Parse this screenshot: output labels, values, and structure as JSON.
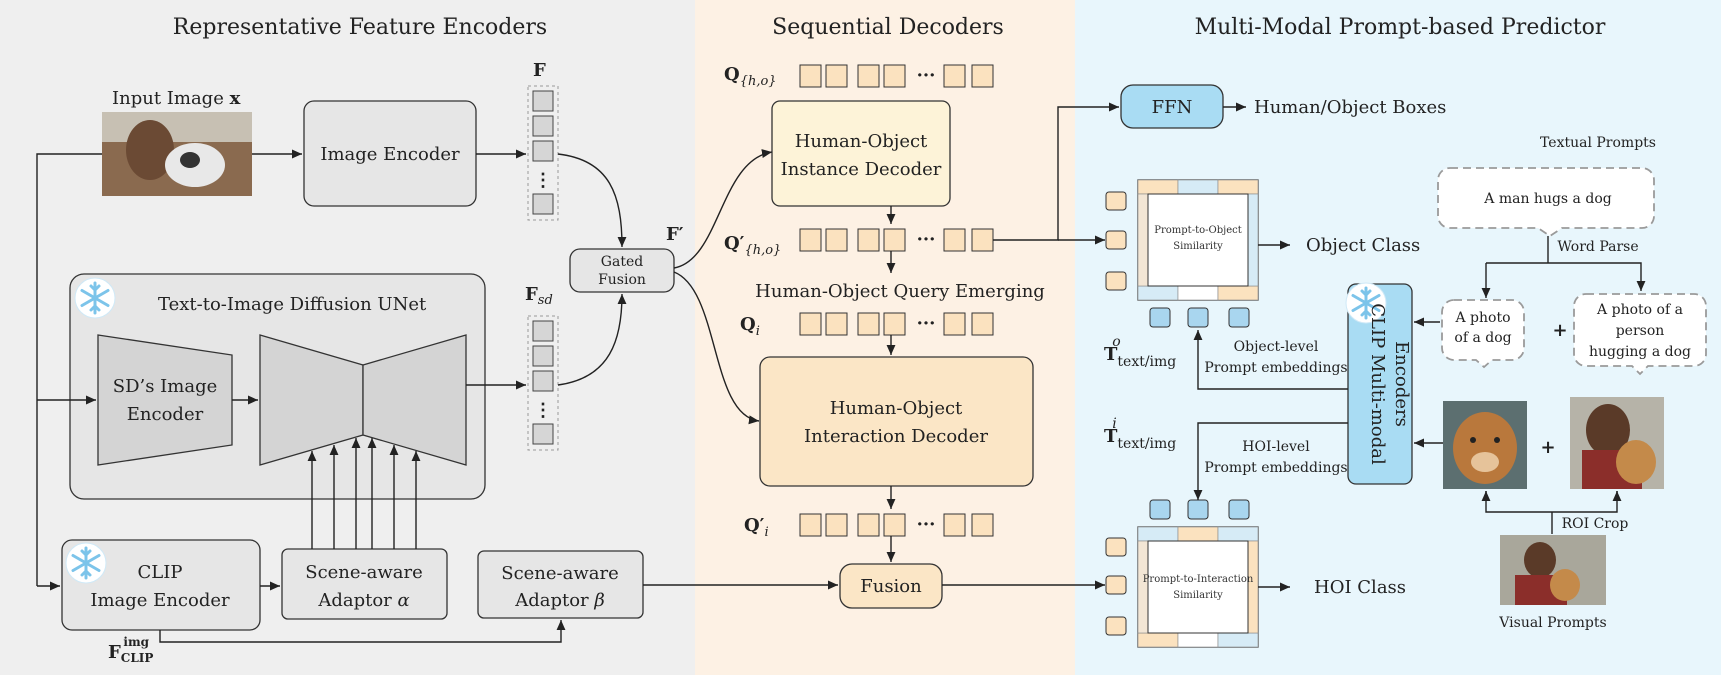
{
  "sections": {
    "encoders": "Representative Feature Encoders",
    "decoders": "Sequential Decoders",
    "predictor": "Multi-Modal Prompt-based Predictor"
  },
  "encoders": {
    "input_image": "Input Image",
    "input_symbol": "x",
    "image_encoder": "Image Encoder",
    "feature_F": "F",
    "diffusion_unet": "Text-to-Image Diffusion UNet",
    "sd_encoder_line1": "SD’s Image",
    "sd_encoder_line2": "Encoder",
    "feature_Fsd_base": "F",
    "feature_Fsd_sub": "sd",
    "gated_fusion_line1": "Gated",
    "gated_fusion_line2": "Fusion",
    "feature_Fprime": "F′",
    "clip_encoder_line1": "CLIP",
    "clip_encoder_line2": "Image Encoder",
    "adaptor_alpha_line1": "Scene-aware",
    "adaptor_alpha_line2": "Adaptor",
    "adaptor_alpha_sym": "α",
    "adaptor_beta_line1": "Scene-aware",
    "adaptor_beta_line2": "Adaptor",
    "adaptor_beta_sym": "β",
    "fclip_base": "F",
    "fclip_sub": "CLIP",
    "fclip_sup": "img",
    "vdots": "⋮"
  },
  "decoders": {
    "q_ho_base": "Q",
    "q_ho_sub": "{h,o}",
    "instance_decoder_line1": "Human-Object",
    "instance_decoder_line2": "Instance Decoder",
    "qprime_ho_base": "Q′",
    "qprime_ho_sub": "{h,o}",
    "query_emerging": "Human-Object Query Emerging",
    "q_i_base": "Q",
    "q_i_sub": "i",
    "interaction_decoder_line1": "Human-Object",
    "interaction_decoder_line2": "Interaction Decoder",
    "qprime_i_base": "Q′",
    "qprime_i_sub": "i",
    "fusion": "Fusion",
    "dots": "···"
  },
  "predictor": {
    "ffn": "FFN",
    "boxes_output": "Human/Object Boxes",
    "p2o_line1": "Prompt-to-Object",
    "p2o_line2": "Similarity",
    "object_class": "Object Class",
    "p2i_line1": "Prompt-to-Interaction",
    "p2i_line2": "Similarity",
    "hoi_class": "HOI Class",
    "t_base": "T",
    "t_sub": "text/img",
    "t_sup_o": "o",
    "t_sup_i": "i",
    "object_prompt_line1": "Object-level",
    "object_prompt_line2": "Prompt embeddings",
    "hoi_prompt_line1": "HOI-level",
    "hoi_prompt_line2": "Prompt embeddings",
    "clip_mm_line1": "CLIP Multi-modal",
    "clip_mm_line2": "Encoders",
    "textual_prompts": "Textual Prompts",
    "sentence": "A man hugs a dog",
    "word_parse": "Word Parse",
    "prompt_dog_line1": "A photo",
    "prompt_dog_line2": "of a dog",
    "prompt_person_line1": "A photo of a",
    "prompt_person_line2": "person",
    "prompt_person_line3": "hugging a dog",
    "plus": "+",
    "roi_crop": "ROI Crop",
    "visual_prompts": "Visual Prompts"
  },
  "colors": {
    "encoders_bg": "#efefef",
    "decoders_bg": "#fdf1e4",
    "predictor_bg": "#e8f6fc",
    "snowflake": "#7cc4ea"
  }
}
